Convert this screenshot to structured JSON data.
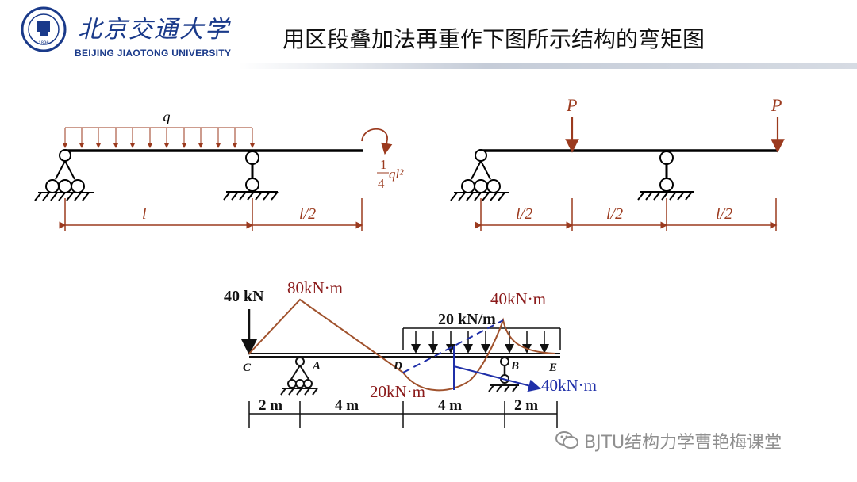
{
  "header": {
    "university_cn": "北京交通大学",
    "university_en": "BEIJING JIAOTONG UNIVERSITY",
    "logo_year": "1896",
    "title": "用区段叠加法再重作下图所示结构的弯矩图"
  },
  "beam1": {
    "load_label": "q",
    "moment_num": "1",
    "moment_den": "4",
    "moment_tail": "ql²",
    "dim_left": "l",
    "dim_right": "l/2"
  },
  "beam2": {
    "load_left": "P",
    "load_right": "P",
    "dim_1": "l/2",
    "dim_2": "l/2",
    "dim_3": "l/2"
  },
  "bottom": {
    "force_label": "40 kN",
    "moment_peak": "80kN·m",
    "moment_b": "40kN·m",
    "dist_load": "20 kN/m",
    "moment_mid": "20kN·m",
    "moment_blue": "40kN·m",
    "pt_c": "C",
    "pt_a": "A",
    "pt_d": "D",
    "pt_b": "B",
    "pt_e": "E",
    "dim_1": "2 m",
    "dim_2": "4 m",
    "dim_3": "4 m",
    "dim_4": "2 m"
  },
  "footer": {
    "watermark": "BJTU结构力学曹艳梅课堂"
  },
  "colors": {
    "brand_blue": "#1a3a8a",
    "dim_red": "#9b3a1e",
    "moment_brown": "#a0522d",
    "blue_line": "#1f2fa8"
  }
}
